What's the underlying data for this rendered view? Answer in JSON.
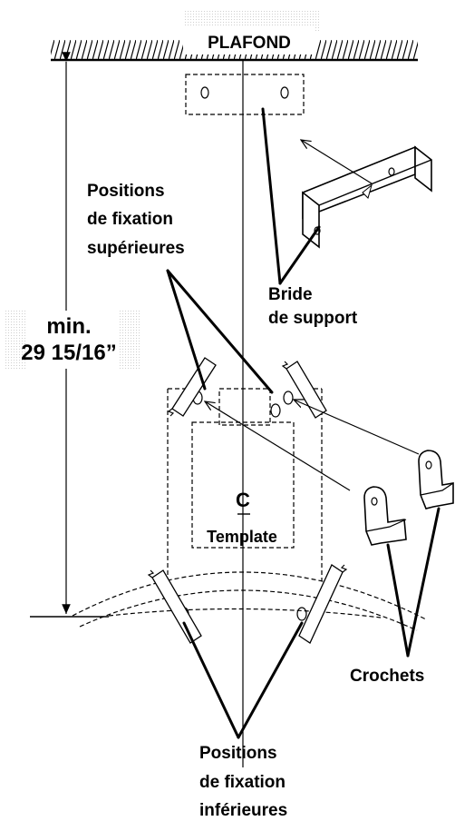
{
  "labels": {
    "ceiling": "PLAFOND",
    "upper_positions": [
      "Positions",
      "de fixation",
      "supérieures"
    ],
    "bracket": [
      "Bride",
      "de support"
    ],
    "dimension": [
      "min.",
      "29 15/16”"
    ],
    "centerline": "C",
    "template": "Template",
    "hooks": "Crochets",
    "lower_positions": [
      "Positions",
      "de fixation",
      "inférieures"
    ]
  },
  "colors": {
    "ink": "#000000",
    "background": "#ffffff"
  }
}
